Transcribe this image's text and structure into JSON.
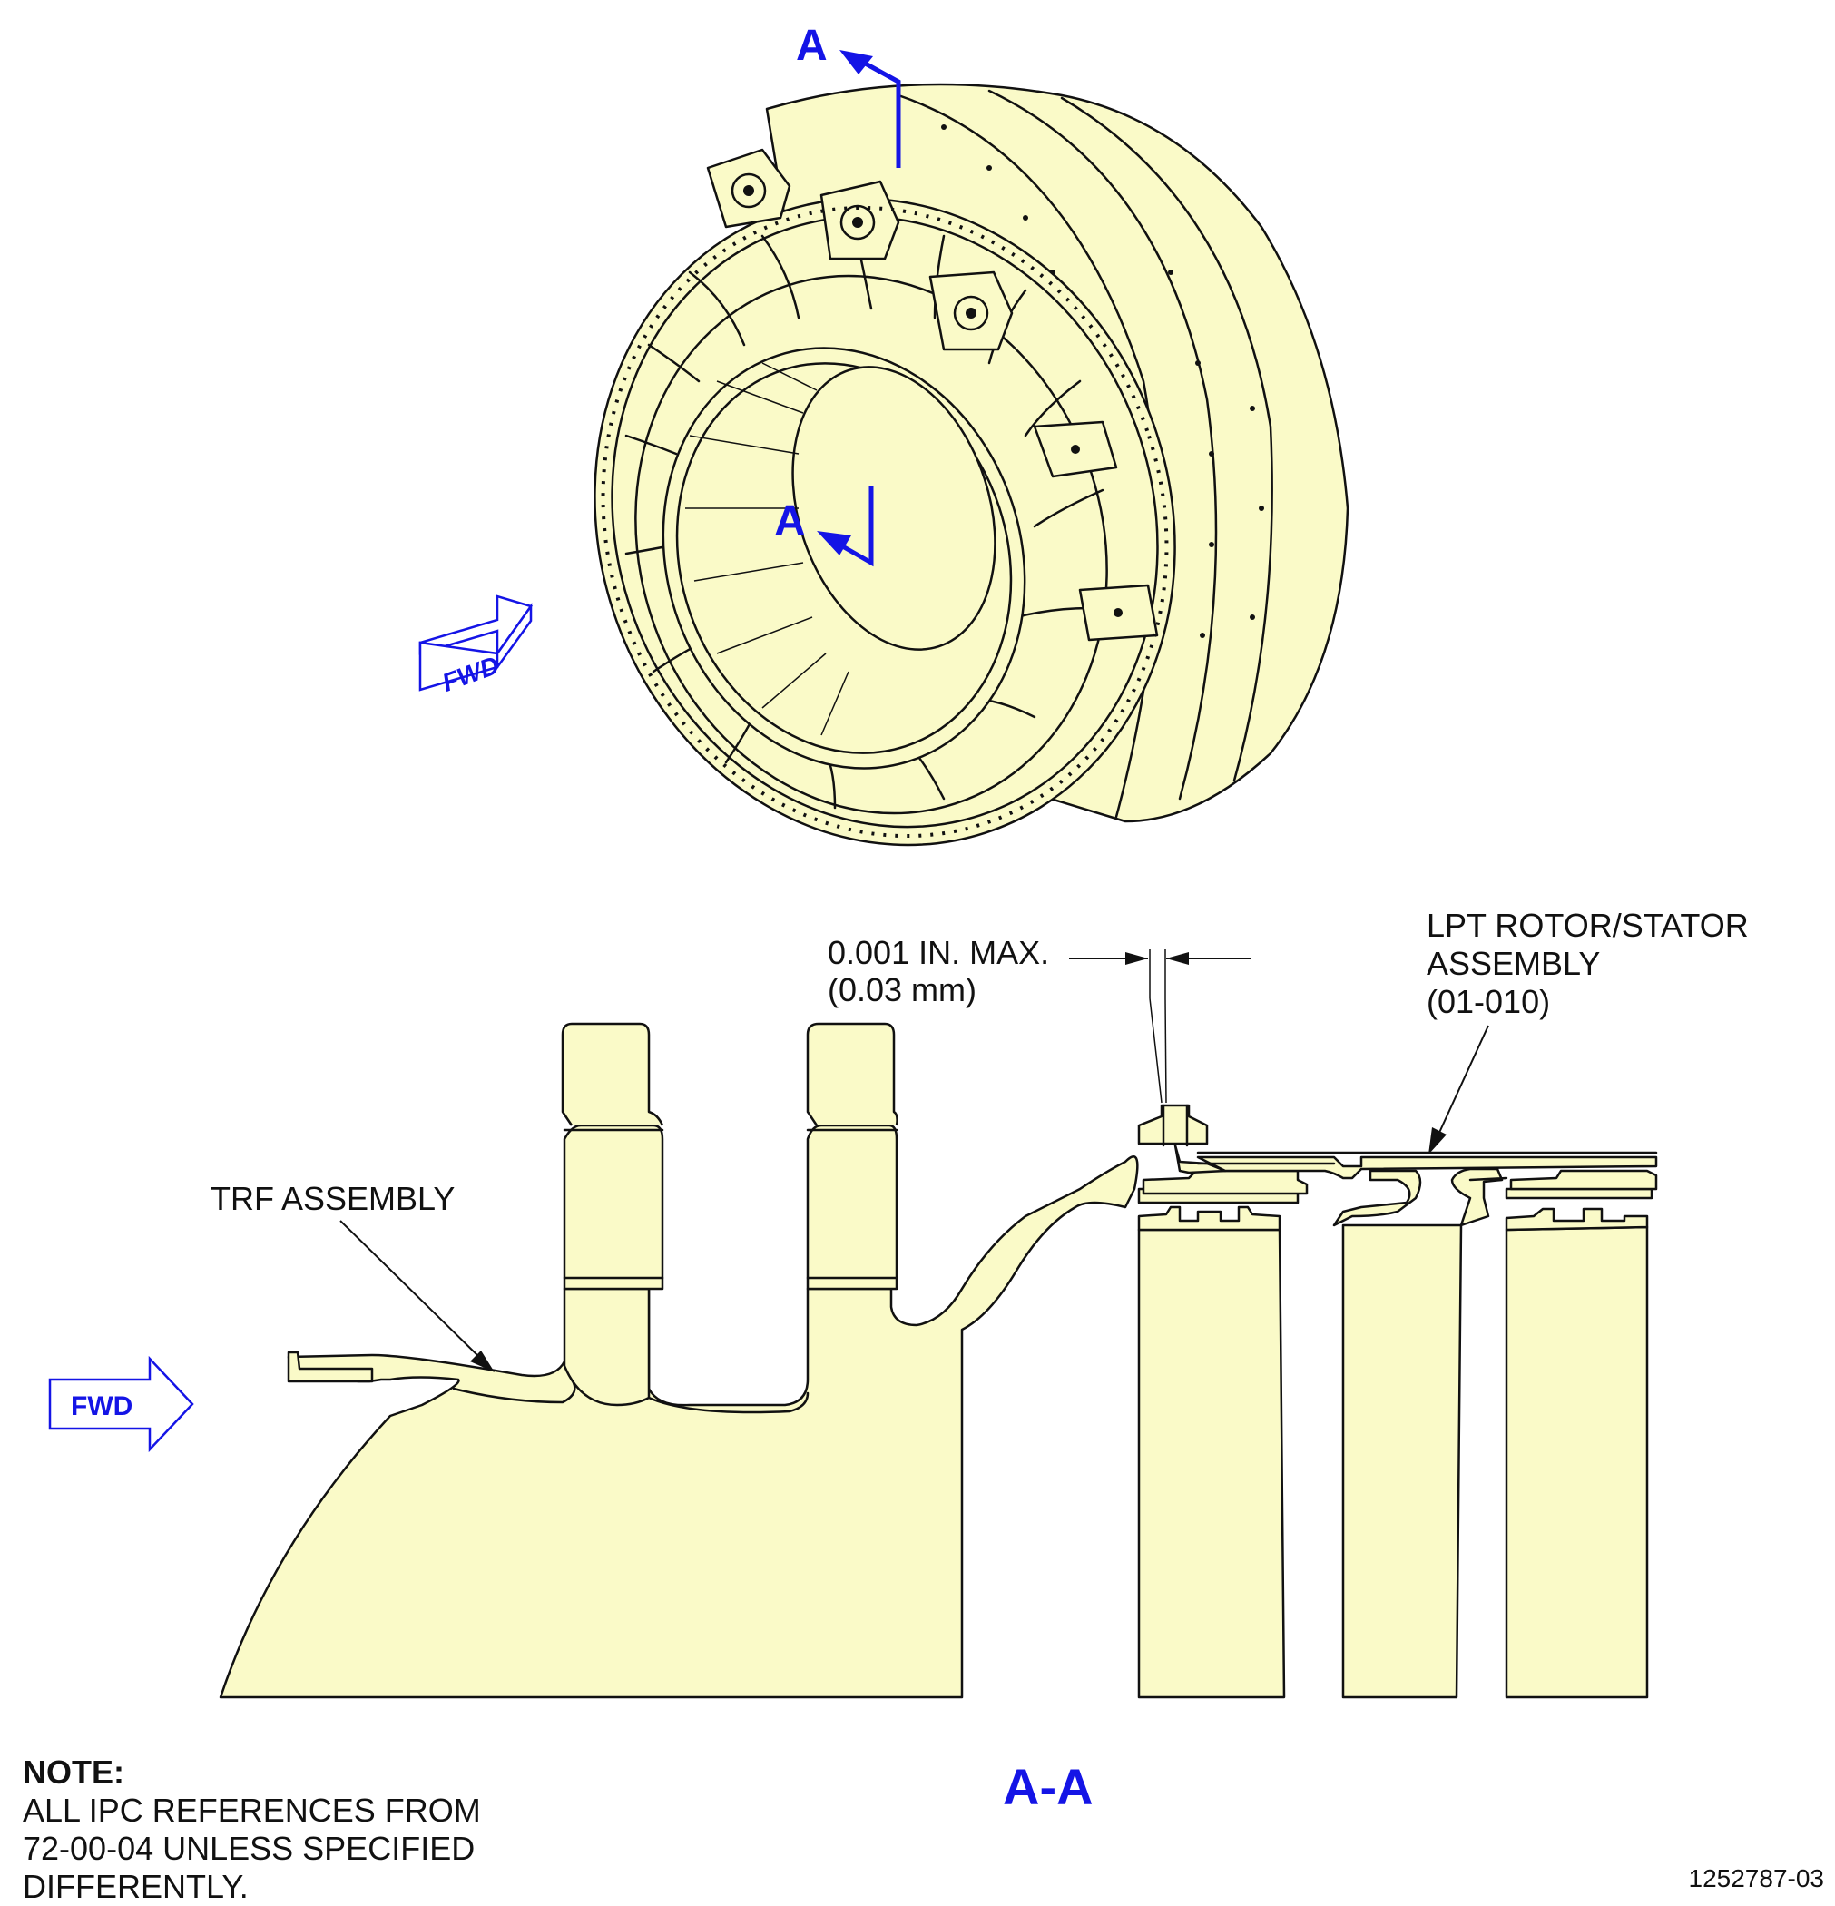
{
  "section_marks": {
    "upper": "A",
    "lower": "A"
  },
  "fwd_labels": {
    "iso": "FWD",
    "section": "FWD"
  },
  "labels": {
    "dimension_line1": "0.001 IN. MAX.",
    "dimension_line2": "(0.03 mm)",
    "lpt_line1": "LPT ROTOR/STATOR",
    "lpt_line2": "ASSEMBLY",
    "lpt_line3": "(01-010)",
    "trf": "TRF ASSEMBLY"
  },
  "view_title": "A-A",
  "note": {
    "heading": "NOTE:",
    "lines": [
      "ALL IPC REFERENCES FROM",
      "72-00-04 UNLESS SPECIFIED",
      "DIFFERENTLY."
    ]
  },
  "figure_id": "1252787-03",
  "colors": {
    "part_fill": "#fafac8",
    "outline": "#111111",
    "accent_blue": "#1414e6"
  }
}
